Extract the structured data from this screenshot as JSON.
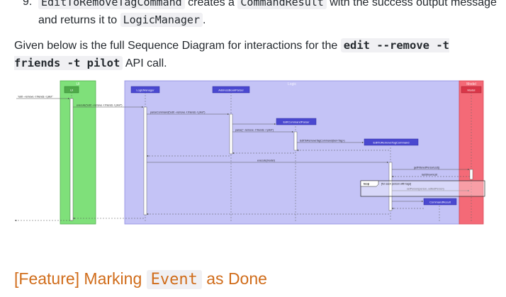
{
  "list_item": {
    "number": "9.",
    "code1": "EditToRemoveTagCommand",
    "text1": " creates a ",
    "code2": "CommandResult",
    "text2": " with the success output message and returns it to ",
    "code3": "LogicManager",
    "text3": "."
  },
  "paragraph": {
    "text1": "Given below is the full Sequence Diagram for interactions for the ",
    "code": "edit --remove -t friends -t pilot",
    "text2": " API call."
  },
  "diagram": {
    "frames": {
      "ui": "UI",
      "logic": "Logic",
      "model": "Model"
    },
    "participants": {
      "ui": "UI",
      "logic_manager": "LogicManager",
      "address_book_parser": "AddressBookParser",
      "edit_command_parser": "EditCommandParser",
      "edit_to_remove_tag_command": "EditToRemoveTagCommand",
      "command_result": "CommandResult",
      "model": "Model"
    },
    "messages": {
      "m1": "\"edit --remove -t friends -t pilot\"",
      "m2": "execute(\"edit --remove -t friends -t pilot\")",
      "m3": "parseCommand(\"edit --remove -t friends -t pilot\")",
      "m4": "parse(\"--remove -t friends -t pilot\")",
      "m5": "EditToRemoveTagCommand(Set<Tag>)",
      "m6": "execute(model)",
      "m7": "getFilteredPersonList()",
      "m8": "lastShownList",
      "m9": "setPerson(person, editedPerson)"
    },
    "loop": {
      "label": "loop",
      "guard": "[for each person with tags]"
    }
  },
  "heading": {
    "text1": "[Feature] Marking ",
    "code": "Event",
    "text2": " as Done"
  }
}
